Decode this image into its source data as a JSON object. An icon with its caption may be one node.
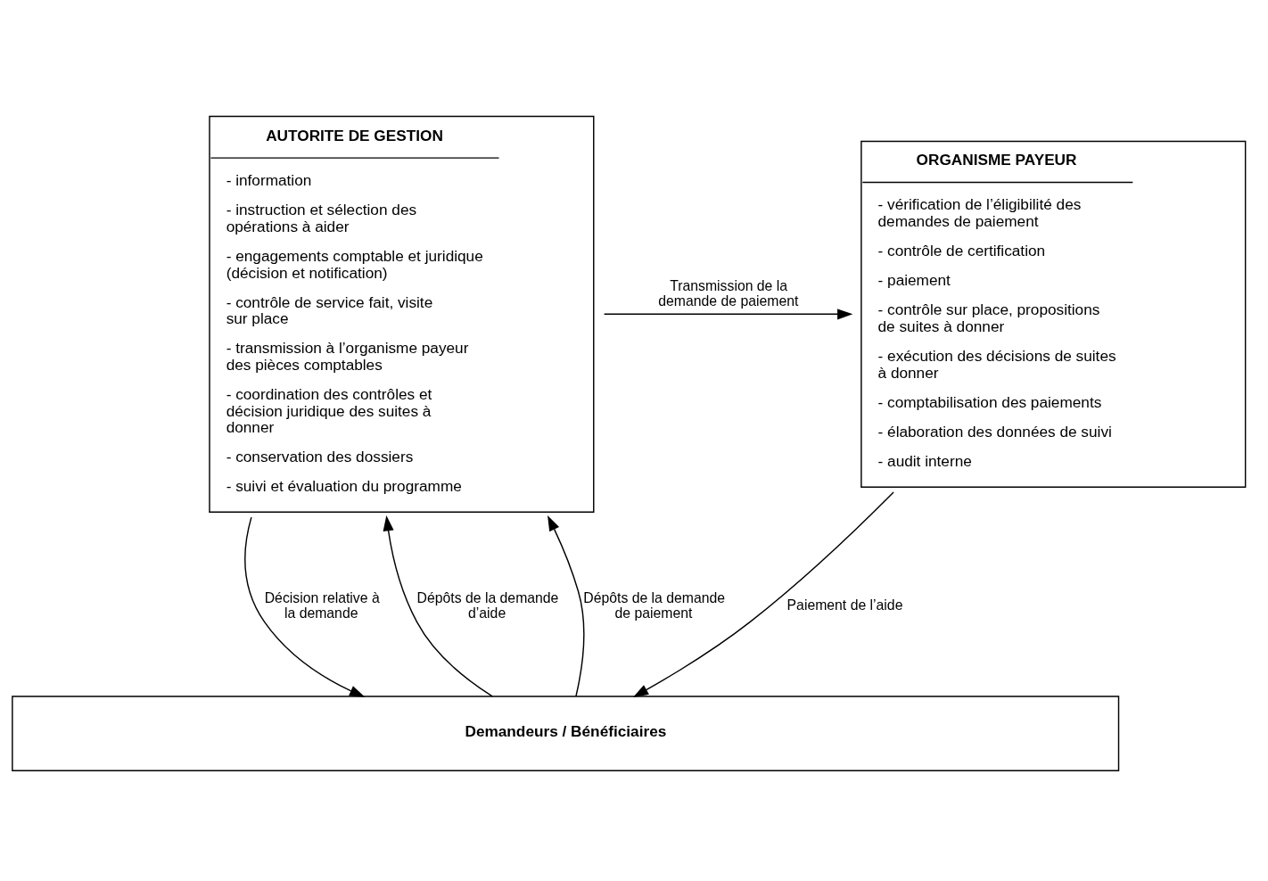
{
  "diagram": {
    "nodes": [
      {
        "text": [
          "AUTORITE DE GESTION",
          "- information",
          "- instruction et sélection des opérations à aider",
          "- engagements comptable et juridique (décision et notification)",
          "- contrôle de service fait, visite sur place",
          "- transmission à l’organisme payeur des pièces comptables",
          "- coordination des contrôles et décision juridique des suites à donner",
          "- conservation des dossiers",
          "- suivi et évaluation du programme"
        ]
      },
      {
        "text": [
          "ORGANISME PAYEUR",
          "- vérification de l’éligibilité des demandes de paiement",
          "- contrôle de certification",
          "- paiement",
          "- contrôle sur place, propositions de suites à donner",
          "- exécution des décisions de suites à donner",
          "- comptabilisation des paiements",
          "- élaboration des données de suivi",
          "- audit interne"
        ]
      },
      {
        "text": [
          "Demandeurs / Bénéficiaires"
        ]
      }
    ],
    "edges": [
      {
        "from": 0,
        "to": 1,
        "arrow": "to",
        "label": "Transmission de la demande de paiement"
      },
      {
        "from": 2,
        "to": 0,
        "arrow": "to",
        "label": "Dépôts de la demande d’aide"
      },
      {
        "from": 0,
        "to": 2,
        "arrow": "to",
        "label": "Décision relative à la demande"
      },
      {
        "from": 2,
        "to": 0,
        "arrow": "to",
        "label": "Dépôts de la demande de paiement"
      },
      {
        "from": 1,
        "to": 2,
        "arrow": "to",
        "label": "Paiement de l’aide"
      }
    ]
  }
}
